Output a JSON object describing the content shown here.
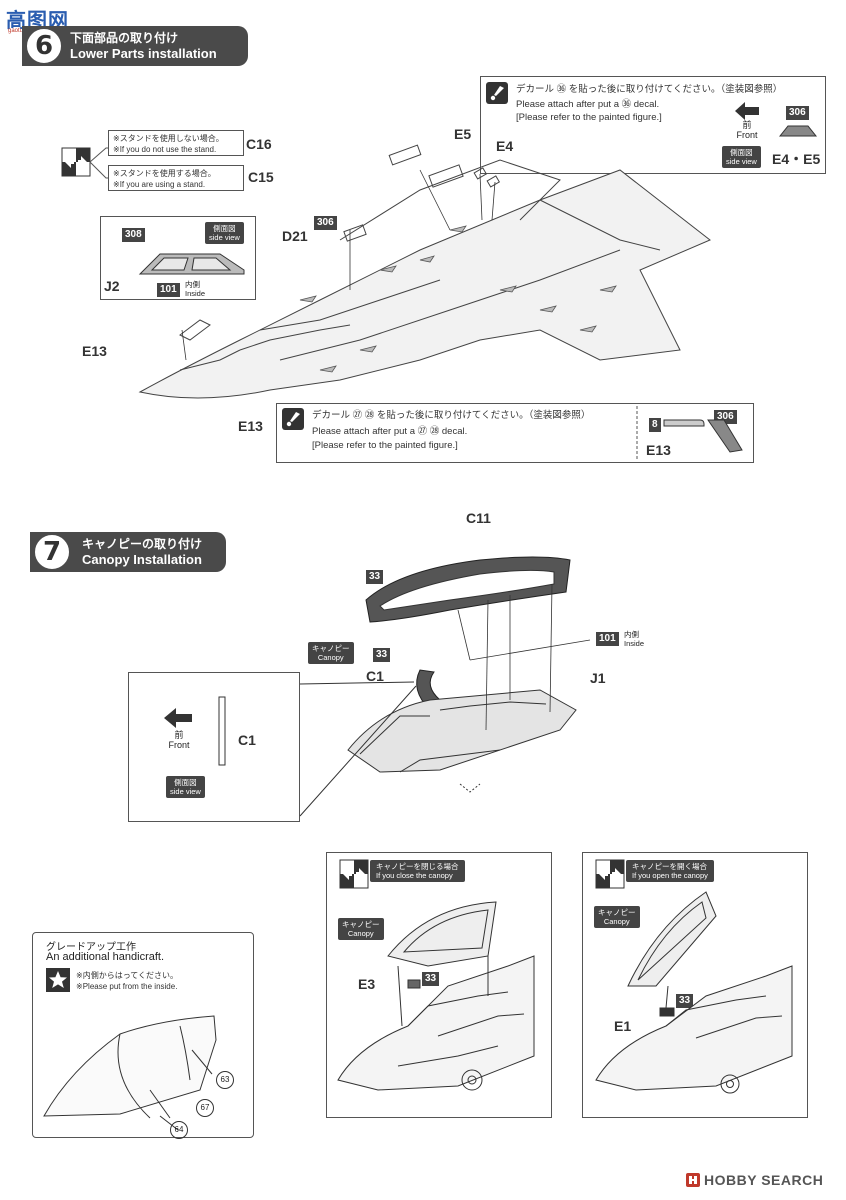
{
  "watermark_top": "高图网",
  "watermark_url": "gaotuwang.com",
  "step6": {
    "number": "6",
    "title_jp": "下面部品の取り付け",
    "title_en": "Lower Parts installation",
    "stand_not_used_jp": "※スタンドを使用しない場合。",
    "stand_not_used_en": "※If you do not use the stand.",
    "stand_used_jp": "※スタンドを使用する場合。",
    "stand_used_en": "※If you are using a stand.",
    "part_c16": "C16",
    "part_c15": "C15",
    "part_d21": "D21",
    "part_j2": "J2",
    "part_e13_a": "E13",
    "part_e13_b": "E13",
    "part_e5": "E5",
    "part_e4": "E4",
    "badge_306": "306",
    "badge_308": "308",
    "badge_101": "101",
    "side_view_jp": "側面図",
    "side_view_en": "side view",
    "inside_jp": "内側",
    "inside_en": "Inside",
    "decal36_jp": "デカール ㊱ を貼った後に取り付けてください。（塗装図参照）",
    "decal36_en1": "Please attach after put a ㊱ decal.",
    "decal36_en2": "[Please refer to the painted figure.]",
    "front_jp": "前",
    "front_en": "Front",
    "e4e5_badge": "306",
    "e4e5_label": "E4・E5",
    "decal2728_jp": "デカール ㉗ ㉘ を貼った後に取り付けてください。（塗装図参照）",
    "decal2728_en1": "Please attach after put a ㉗ ㉘ decal.",
    "decal2728_en2": "[Please refer to the painted figure.]",
    "e13_badge_8": "8",
    "e13_badge_306": "306",
    "e13_label": "E13"
  },
  "step7": {
    "number": "7",
    "title_jp": "キャノピーの取り付け",
    "title_en": "Canopy Installation",
    "part_c11": "C11",
    "part_c1": "C1",
    "part_j1": "J1",
    "badge_33a": "33",
    "badge_33b": "33",
    "badge_101": "101",
    "inside_jp": "内側",
    "inside_en": "Inside",
    "canopy_jp": "キャノピー",
    "canopy_en": "Canopy",
    "front_jp": "前",
    "front_en": "Front",
    "c1_label": "C1",
    "side_view_jp": "側面図",
    "side_view_en": "side view"
  },
  "closed": {
    "title_jp": "キャノピーを閉じる場合",
    "title_en": "If you close the canopy",
    "canopy_jp": "キャノピー",
    "canopy_en": "Canopy",
    "part_e3": "E3",
    "badge_33": "33"
  },
  "open": {
    "title_jp": "キャノピーを開く場合",
    "title_en": "If you open the canopy",
    "canopy_jp": "キャノピー",
    "canopy_en": "Canopy",
    "part_e1": "E1",
    "badge_33": "33"
  },
  "upgrade": {
    "title_jp": "グレードアップ工作",
    "title_en": "An additional handicraft.",
    "note_jp": "※内側からはってください。",
    "note_en": "※Please put from the inside.",
    "num_63": "63",
    "num_67": "67",
    "num_64": "64"
  },
  "footer": {
    "brand": "HOBBY SEARCH"
  }
}
